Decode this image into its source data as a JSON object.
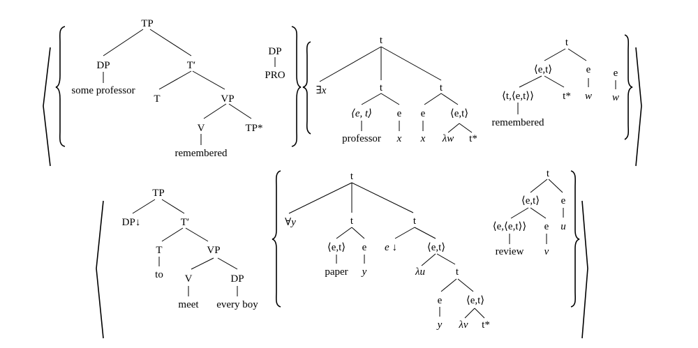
{
  "trees": [
    {
      "id": "top-syntax",
      "nodes": [
        {
          "id": "tp",
          "label": "TP"
        },
        {
          "id": "dp",
          "label": "DP"
        },
        {
          "id": "some-prof",
          "label": "some professor"
        },
        {
          "id": "tbar",
          "label": "T′"
        },
        {
          "id": "t",
          "label": "T"
        },
        {
          "id": "vp",
          "label": "VP"
        },
        {
          "id": "v",
          "label": "V"
        },
        {
          "id": "tpstar",
          "label": "TP*"
        },
        {
          "id": "remembered",
          "label": "remembered"
        },
        {
          "id": "dp2",
          "label": "DP"
        },
        {
          "id": "pro",
          "label": "PRO"
        }
      ]
    },
    {
      "id": "top-semantics-1",
      "nodes": [
        {
          "id": "root",
          "label": "t"
        },
        {
          "id": "ex",
          "label": "∃x"
        },
        {
          "id": "t1",
          "label": "t"
        },
        {
          "id": "t2",
          "label": "t"
        },
        {
          "id": "et1",
          "label": "⟨e, t⟩"
        },
        {
          "id": "e1",
          "label": "e"
        },
        {
          "id": "e2",
          "label": "e"
        },
        {
          "id": "et2",
          "label": "⟨e,t⟩"
        },
        {
          "id": "professor",
          "label": "professor"
        },
        {
          "id": "x1",
          "label": "x"
        },
        {
          "id": "x2",
          "label": "x"
        },
        {
          "id": "lw",
          "label": "λw"
        },
        {
          "id": "tstar",
          "label": "t*"
        }
      ]
    },
    {
      "id": "top-semantics-2",
      "nodes": [
        {
          "id": "root",
          "label": "t"
        },
        {
          "id": "et",
          "label": "⟨e,t⟩"
        },
        {
          "id": "e",
          "label": "e"
        },
        {
          "id": "tet",
          "label": "⟨t,⟨e,t⟩⟩"
        },
        {
          "id": "tstar",
          "label": "t*"
        },
        {
          "id": "w1",
          "label": "w"
        },
        {
          "id": "remembered",
          "label": "remembered"
        },
        {
          "id": "e2",
          "label": "e"
        },
        {
          "id": "w2",
          "label": "w"
        }
      ]
    },
    {
      "id": "bottom-syntax",
      "nodes": [
        {
          "id": "tp",
          "label": "TP"
        },
        {
          "id": "dp",
          "label": "DP↓"
        },
        {
          "id": "tbar",
          "label": "T′"
        },
        {
          "id": "t",
          "label": "T"
        },
        {
          "id": "vp",
          "label": "VP"
        },
        {
          "id": "to",
          "label": "to"
        },
        {
          "id": "v",
          "label": "V"
        },
        {
          "id": "dp2",
          "label": "DP"
        },
        {
          "id": "meet",
          "label": "meet"
        },
        {
          "id": "every-boy",
          "label": "every boy"
        }
      ]
    },
    {
      "id": "bottom-semantics-1",
      "nodes": [
        {
          "id": "root",
          "label": "t"
        },
        {
          "id": "ay",
          "label": "∀y"
        },
        {
          "id": "t1",
          "label": "t"
        },
        {
          "id": "t2",
          "label": "t"
        },
        {
          "id": "et1",
          "label": "⟨e,t⟩"
        },
        {
          "id": "e1",
          "label": "e"
        },
        {
          "id": "edown",
          "label": "e ↓"
        },
        {
          "id": "et2",
          "label": "⟨e,t⟩"
        },
        {
          "id": "paper",
          "label": "paper"
        },
        {
          "id": "y1",
          "label": "y"
        },
        {
          "id": "lu",
          "label": "λu"
        },
        {
          "id": "t3",
          "label": "t"
        },
        {
          "id": "e2",
          "label": "e"
        },
        {
          "id": "et3",
          "label": "⟨e,t⟩"
        },
        {
          "id": "y2",
          "label": "y"
        },
        {
          "id": "lv",
          "label": "λv"
        },
        {
          "id": "tstar",
          "label": "t*"
        }
      ]
    },
    {
      "id": "bottom-semantics-2",
      "nodes": [
        {
          "id": "root",
          "label": "t"
        },
        {
          "id": "et",
          "label": "⟨e,t⟩"
        },
        {
          "id": "e",
          "label": "e"
        },
        {
          "id": "eet",
          "label": "⟨e,⟨e,t⟩⟩"
        },
        {
          "id": "e2",
          "label": "e"
        },
        {
          "id": "u",
          "label": "u"
        },
        {
          "id": "review",
          "label": "review"
        },
        {
          "id": "v",
          "label": "v"
        }
      ]
    }
  ]
}
